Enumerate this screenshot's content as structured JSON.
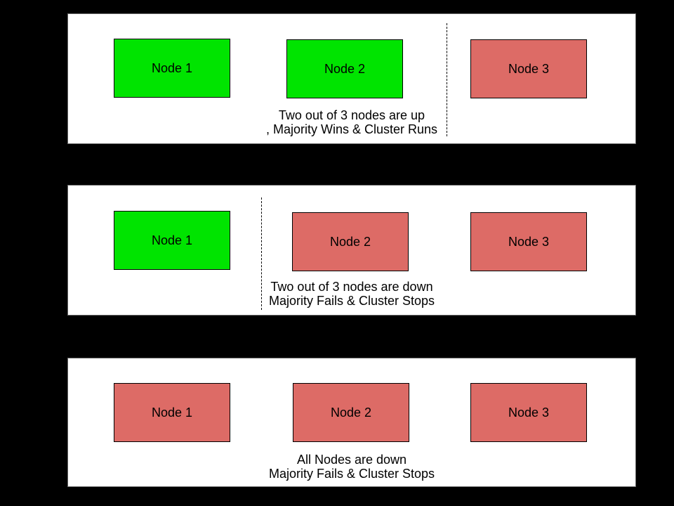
{
  "title": "Cluster quorum scenarios diagram",
  "colors": {
    "background": "#000000",
    "panel_bg": "#ffffff",
    "panel_border": "#666666",
    "node_up": "#00e400",
    "node_down": "#dd6b66",
    "node_border": "#000000",
    "divider": "#000000",
    "text": "#000000"
  },
  "panels": [
    {
      "id": "two-nodes-up",
      "nodes": [
        {
          "label": "Node 1",
          "state": "up"
        },
        {
          "label": "Node 2",
          "state": "up"
        },
        {
          "label": "Node 3",
          "state": "down"
        }
      ],
      "divider_after_node": 2,
      "caption": {
        "line1": "Two out of 3 nodes are up",
        "line2": ", Majority Wins & Cluster Runs"
      }
    },
    {
      "id": "two-nodes-down",
      "nodes": [
        {
          "label": "Node 1",
          "state": "up"
        },
        {
          "label": "Node 2",
          "state": "down"
        },
        {
          "label": "Node 3",
          "state": "down"
        }
      ],
      "divider_after_node": 1,
      "caption": {
        "line1": "Two out of 3 nodes are down",
        "line2": "Majority Fails & Cluster Stops"
      }
    },
    {
      "id": "all-nodes-down",
      "nodes": [
        {
          "label": "Node 1",
          "state": "down"
        },
        {
          "label": "Node 2",
          "state": "down"
        },
        {
          "label": "Node 3",
          "state": "down"
        }
      ],
      "divider_after_node": null,
      "caption": {
        "line1": "All Nodes are down",
        "line2": "Majority Fails & Cluster Stops"
      }
    }
  ]
}
